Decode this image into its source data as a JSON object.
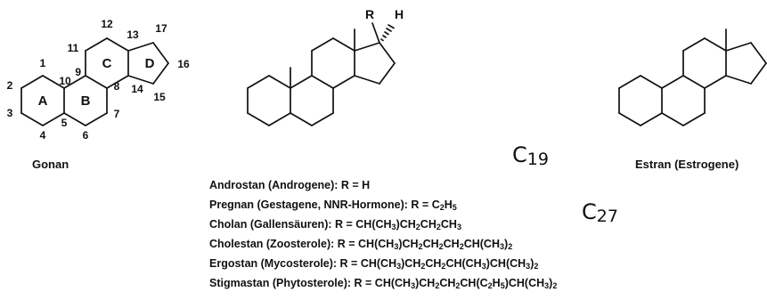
{
  "gonan": {
    "name": "Gonan",
    "ring_letters": [
      "A",
      "B",
      "C",
      "D"
    ],
    "atom_numbers": [
      "1",
      "2",
      "3",
      "4",
      "5",
      "6",
      "7",
      "8",
      "9",
      "10",
      "11",
      "12",
      "13",
      "14",
      "15",
      "16",
      "17"
    ]
  },
  "androstan": {
    "substituent_r": "R",
    "substituent_h": "H"
  },
  "estran": {
    "name": "Estran (Estrogene)"
  },
  "compounds": [
    {
      "name": "Androstan (Androgene): R = H"
    },
    {
      "name": "Pregnan (Gestagene, NNR-Hormone): R = C",
      "sub_1": "2",
      "mid_1": "H",
      "sub_2": "5"
    },
    {
      "name": "Cholan (Gallensäuren): R = CH(CH",
      "sub_1": "3",
      "mid_1": ")CH",
      "sub_2": "2",
      "mid_2": "CH",
      "sub_3": "2",
      "mid_3": "CH",
      "sub_4": "3"
    },
    {
      "name": "Cholestan (Zoosterole): R = CH(CH",
      "sub_1": "3",
      "mid_1": ")CH",
      "sub_2": "2",
      "mid_2": "CH",
      "sub_3": "2",
      "mid_3": "CH",
      "sub_4": "2",
      "mid_4": "CH(CH",
      "sub_5": "3",
      "mid_5": ")",
      "sub_6": "2"
    },
    {
      "name": "Ergostan (Mycosterole): R = CH(CH",
      "sub_1": "3",
      "mid_1": ")CH",
      "sub_2": "2",
      "mid_2": "CH",
      "sub_3": "2",
      "mid_3": "CH(CH",
      "sub_4": "3",
      "mid_4": ")CH(CH",
      "sub_5": "3",
      "mid_5": ")",
      "sub_6": "2"
    },
    {
      "name": "Stigmastan (Phytosterole): R = CH(CH",
      "sub_1": "3",
      "mid_1": ")CH",
      "sub_2": "2",
      "mid_2": "CH",
      "sub_3": "2",
      "mid_3": "CH(C",
      "sub_4": "2",
      "mid_4": "H",
      "sub_5": "5",
      "mid_5": ")CH(CH",
      "sub_6": "3",
      "mid_6": ")",
      "sub_7": "2"
    }
  ],
  "annotations": {
    "c19": {
      "letter": "C",
      "number": "19"
    },
    "c27": {
      "letter": "C",
      "number": "27"
    }
  }
}
